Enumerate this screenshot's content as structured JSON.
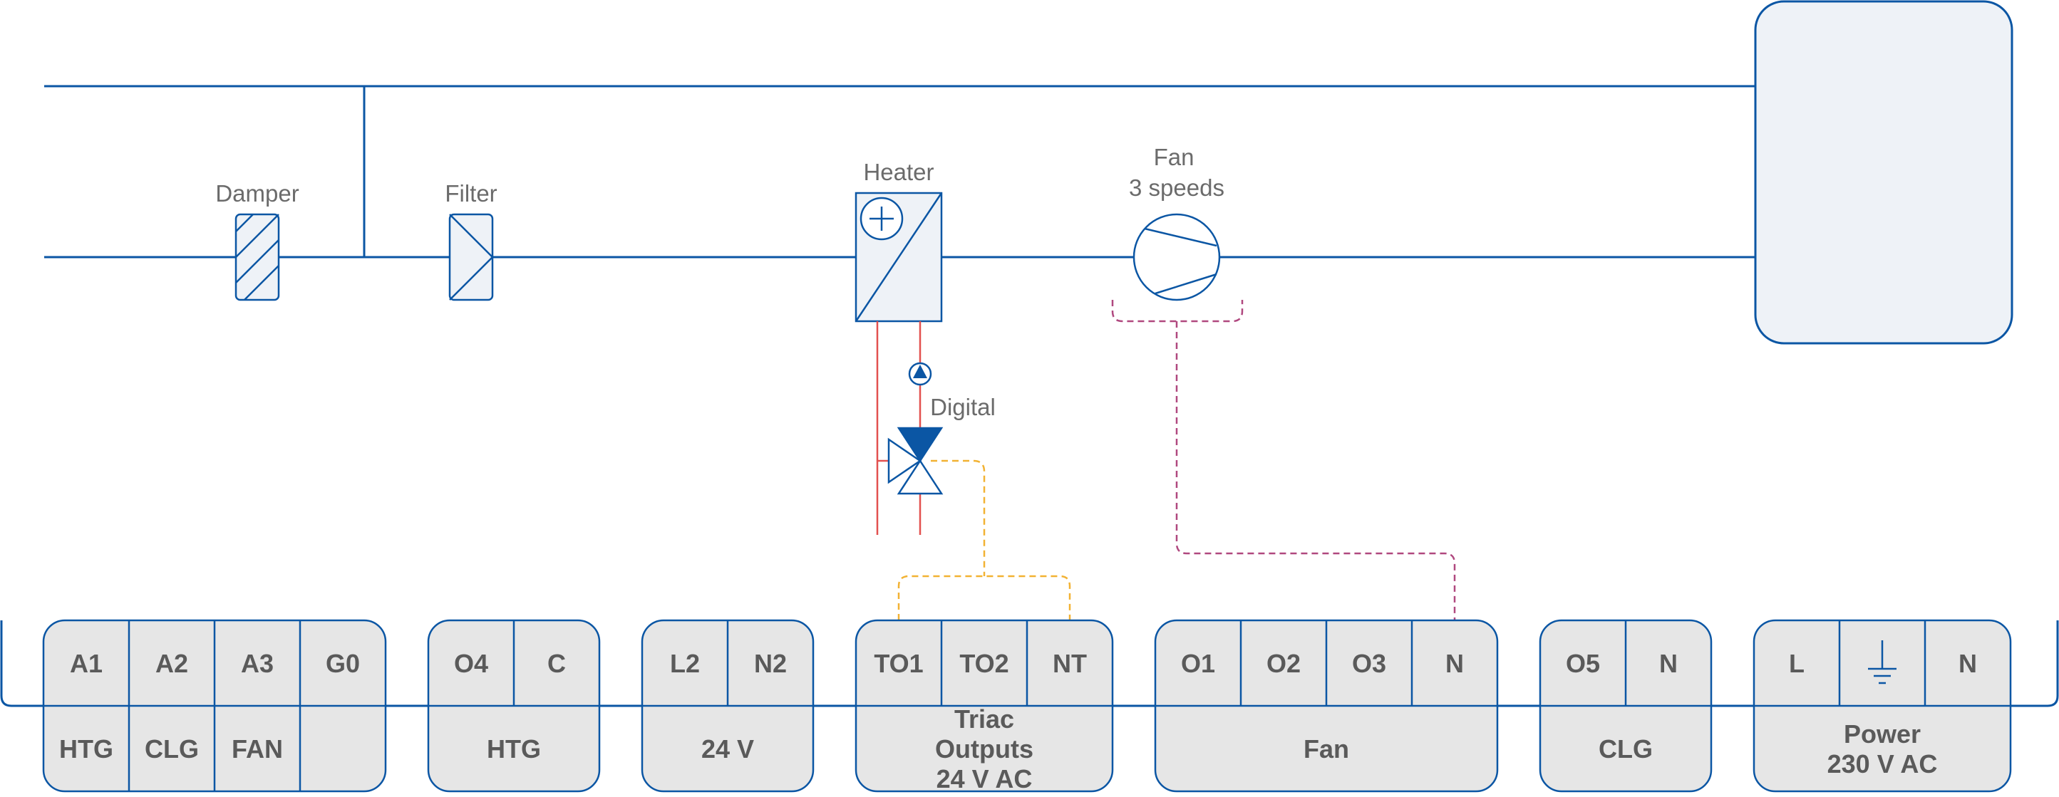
{
  "labels": {
    "damper": "Damper",
    "filter": "Filter",
    "heater": "Heater",
    "fan_line1": "Fan",
    "fan_line2": "3 speeds",
    "valve": "Digital"
  },
  "terminal_blocks": [
    {
      "id": "analog",
      "terminals": [
        "A1",
        "A2",
        "A3",
        "G0"
      ],
      "sub_labels": [
        "HTG",
        "CLG",
        "FAN",
        ""
      ]
    },
    {
      "id": "htg",
      "terminals": [
        "O4",
        "C"
      ],
      "group_label": [
        "HTG"
      ]
    },
    {
      "id": "supply24",
      "terminals": [
        "L2",
        "N2"
      ],
      "group_label": [
        "24 V"
      ]
    },
    {
      "id": "triac",
      "terminals": [
        "TO1",
        "TO2",
        "NT"
      ],
      "group_label": [
        "Triac",
        "Outputs",
        "24 V AC"
      ]
    },
    {
      "id": "fan",
      "terminals": [
        "O1",
        "O2",
        "O3",
        "N"
      ],
      "group_label": [
        "Fan"
      ]
    },
    {
      "id": "clg",
      "terminals": [
        "O5",
        "N"
      ],
      "group_label": [
        "CLG"
      ]
    },
    {
      "id": "power",
      "terminals": [
        "L",
        "",
        "N"
      ],
      "group_label": [
        "Power",
        "230 V AC"
      ],
      "icons": [
        "",
        "ground-icon",
        ""
      ]
    }
  ],
  "colors": {
    "line_blue": "#0b56a4",
    "terminal_fill": "#e6e6e6",
    "water_pipe": "#e2504f",
    "valve_wire": "#f2b233",
    "fan_wire": "#b0487f"
  }
}
